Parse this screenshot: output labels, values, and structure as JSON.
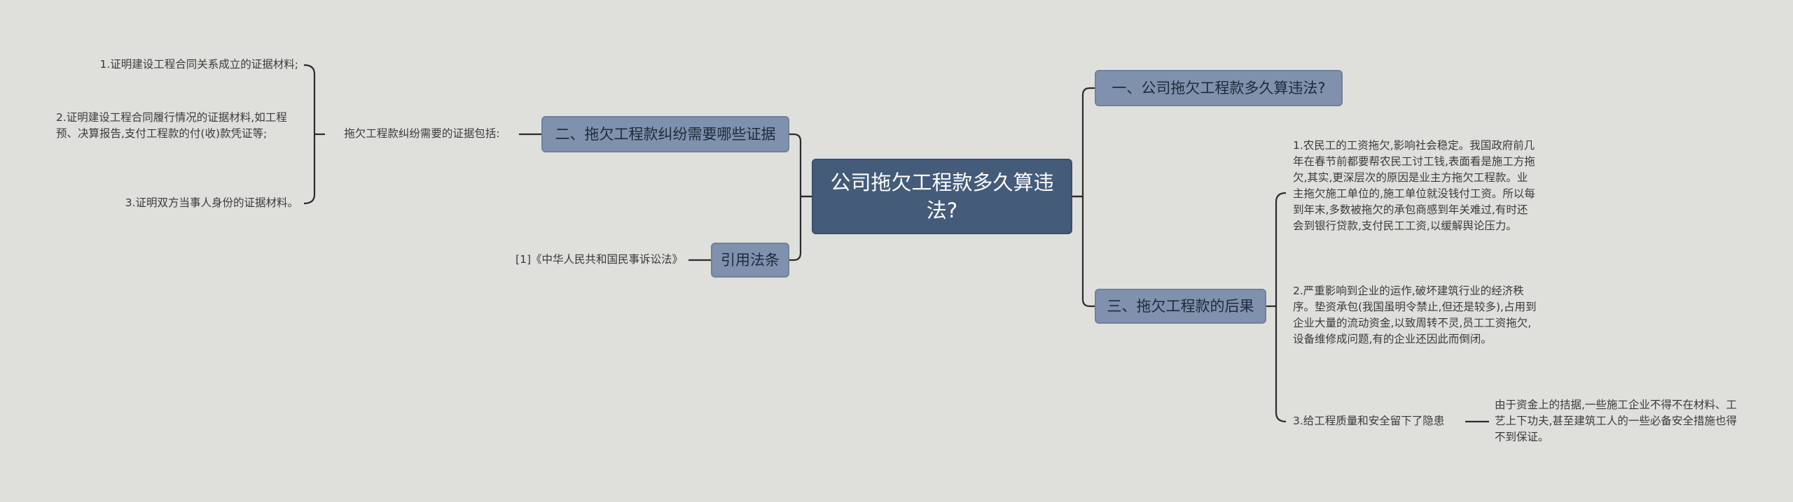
{
  "root": {
    "title": "公司拖欠工程款多久算违法?"
  },
  "left": {
    "evidence_topic": "二、拖欠工程款纠纷需要哪些证据",
    "evidence_intro": "拖欠工程款纠纷需要的证据包括:",
    "evidence_items": [
      "1.证明建设工程合同关系成立的证据材料;",
      "2.证明建设工程合同履行情况的证据材料,如工程预、决算报告,支付工程款的付(收)款凭证等;",
      "3.证明双方当事人身份的证据材料。"
    ],
    "law_topic": "引用法条",
    "law_item": "[1]《中华人民共和国民事诉讼法》"
  },
  "right": {
    "topic1": "一、公司拖欠工程款多久算违法?",
    "topic3": "三、拖欠工程款的后果",
    "consequences": [
      "1.农民工的工资拖欠,影响社会稳定。我国政府前几年在春节前都要帮农民工讨工钱,表面看是施工方拖欠,其实,更深层次的原因是业主方拖欠工程款。业主拖欠施工单位的,施工单位就没钱付工资。所以每到年末,多数被拖欠的承包商感到年关难过,有时还会到银行贷款,支付民工工资,以缓解舆论压力。",
      "2.严重影响到企业的运作,破坏建筑行业的经济秩序。垫资承包(我国虽明令禁止,但还是较多),占用到企业大量的流动资金,以致周转不灵,员工工资拖欠,设备维修成问题,有的企业还因此而倒闭。",
      "3.给工程质量和安全留下了隐患"
    ],
    "hazard_detail": "由于资金上的拮据,一些施工企业不得不在材料、工艺上下功夫,甚至建筑工人的一些必备安全措施也得不到保证。"
  },
  "colors": {
    "background": "#dfe0dc",
    "root_fill": "#445b7a",
    "topic_fill": "#7f91ad",
    "line": "#2b2b2b"
  }
}
